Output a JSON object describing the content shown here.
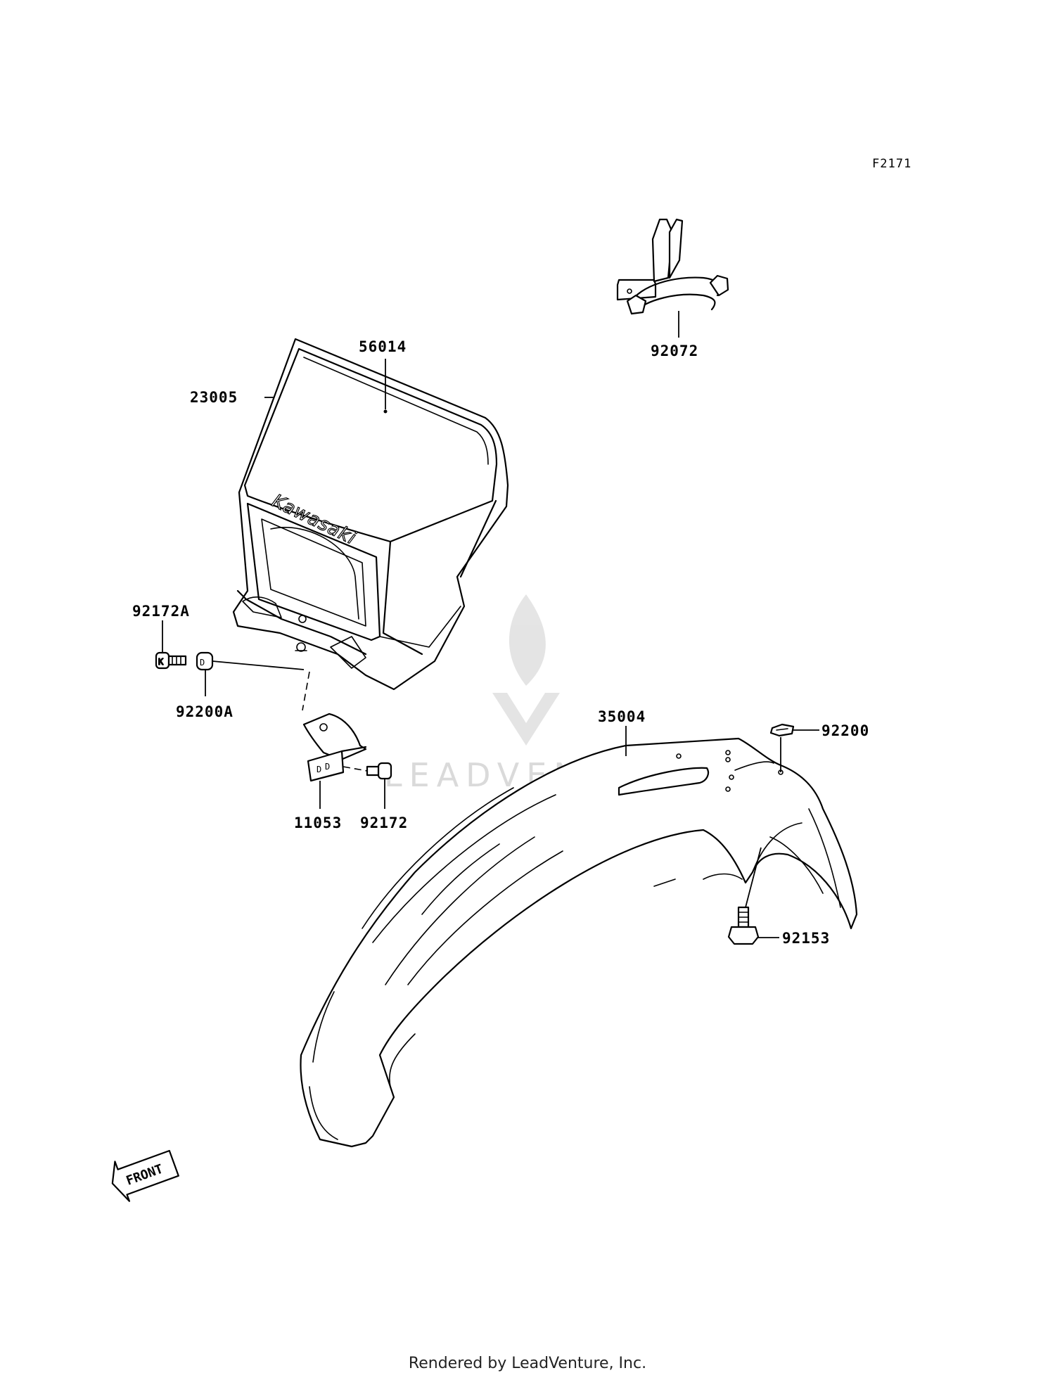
{
  "figure_code": "F2171",
  "labels": {
    "p92072": "92072",
    "p56014": "56014",
    "p23005": "23005",
    "p92172a": "92172A",
    "p92200a": "92200A",
    "p35004": "35004",
    "p92200": "92200",
    "p11053": "11053",
    "p92172": "92172",
    "p92153": "92153"
  },
  "brand_text": "Kawasaki",
  "front_marker": "FRONT",
  "watermark": "LEADVENTURE",
  "footer": "Rendered by LeadVenture, Inc."
}
